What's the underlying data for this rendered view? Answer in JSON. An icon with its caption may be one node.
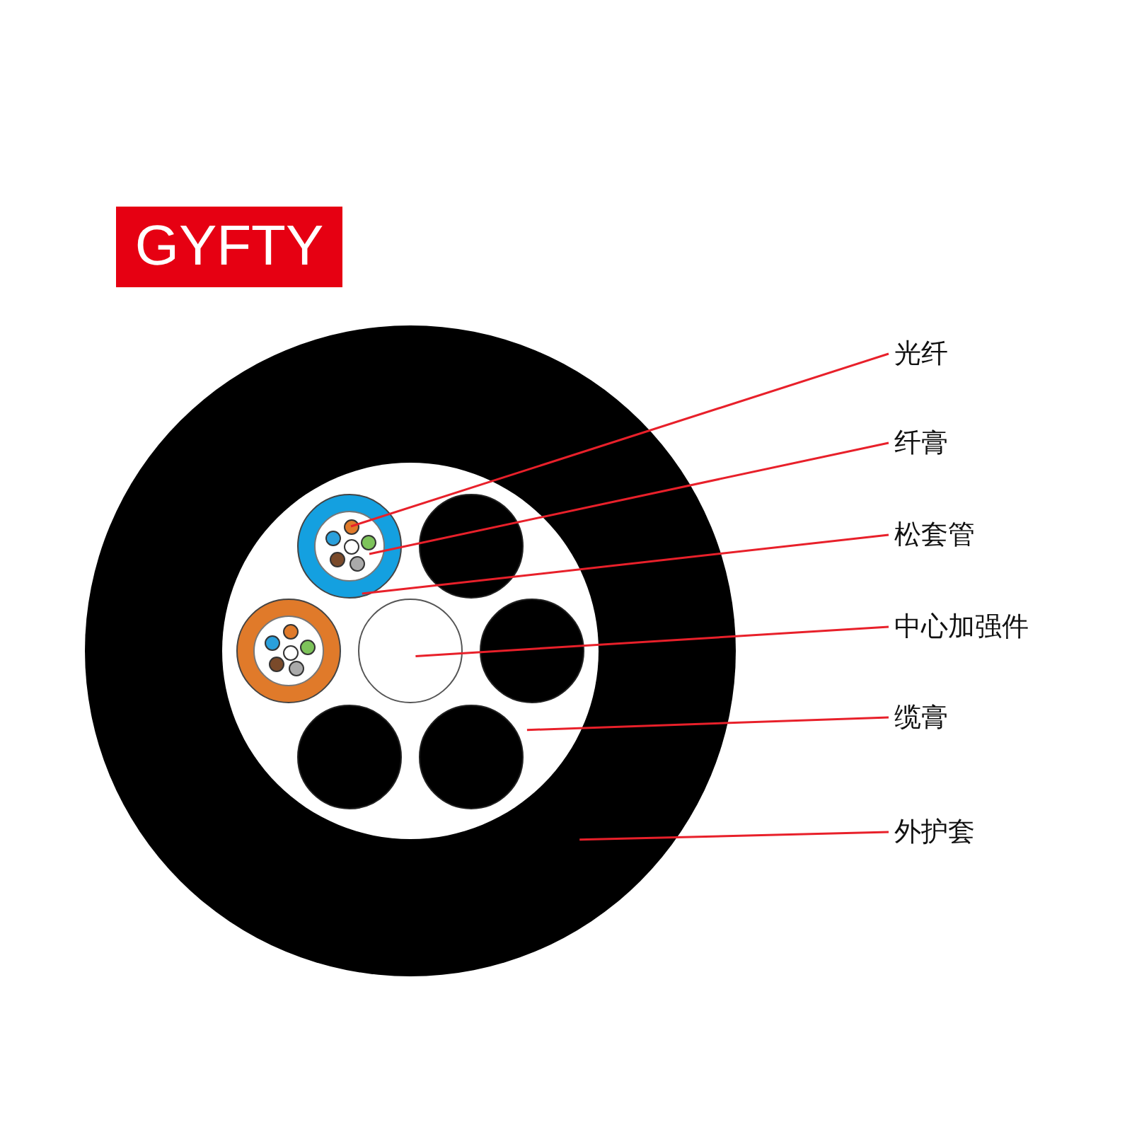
{
  "diagram": {
    "title": "GYFTY",
    "nodes": [
      {
        "text": [
          "光纤"
        ]
      },
      {
        "text": [
          "纤膏"
        ]
      },
      {
        "text": [
          "松套管"
        ]
      },
      {
        "text": [
          "中心加强件"
        ]
      },
      {
        "text": [
          "缆膏"
        ]
      },
      {
        "text": [
          "外护套"
        ]
      },
      {
        "text": [],
        "shape": "circle"
      },
      {
        "text": [],
        "shape": "circle",
        "in": 6
      },
      {
        "text": [],
        "shape": "circle",
        "in": 7
      },
      {
        "text": [],
        "shape": "circle",
        "in": 8
      },
      {
        "text": [],
        "shape": "circle",
        "in": 9
      },
      {
        "text": [],
        "shape": "circle",
        "in": 9
      },
      {
        "text": [],
        "shape": "circle",
        "in": 9
      },
      {
        "text": [],
        "shape": "circle",
        "in": 9
      },
      {
        "text": [],
        "shape": "circle",
        "in": 9
      },
      {
        "text": [],
        "shape": "circle",
        "in": 9
      },
      {
        "text": [],
        "shape": "circle",
        "in": 7
      },
      {
        "text": [],
        "shape": "circle",
        "in": 7
      },
      {
        "text": [],
        "shape": "circle",
        "in": 7
      },
      {
        "text": [],
        "shape": "circle",
        "in": 18
      },
      {
        "text": [],
        "shape": "circle",
        "in": 19
      },
      {
        "text": [],
        "shape": "circle",
        "in": 19
      },
      {
        "text": [],
        "shape": "circle",
        "in": 19
      },
      {
        "text": [],
        "shape": "circle",
        "in": 19
      },
      {
        "text": [],
        "shape": "circle",
        "in": 19
      },
      {
        "text": [],
        "shape": "circle",
        "in": 19
      },
      {
        "text": [],
        "shape": "circle",
        "in": 7
      },
      {
        "text": [],
        "shape": "circle",
        "in": 7
      },
      {
        "text": [],
        "shape": "circle",
        "in": 7
      }
    ],
    "edges": [
      {
        "from": 0,
        "to": 10,
        "arrow": "none",
        "color": "#e8202a"
      },
      {
        "from": 1,
        "to": 9,
        "arrow": "none",
        "color": "#e8202a"
      },
      {
        "from": 2,
        "to": 8,
        "arrow": "none",
        "color": "#e8202a"
      },
      {
        "from": 3,
        "to": 17,
        "arrow": "none",
        "color": "#e8202a"
      },
      {
        "from": 4,
        "to": 7,
        "arrow": "none",
        "color": "#e8202a"
      },
      {
        "from": 5,
        "to": 6,
        "arrow": "none",
        "color": "#e8202a"
      }
    ]
  }
}
